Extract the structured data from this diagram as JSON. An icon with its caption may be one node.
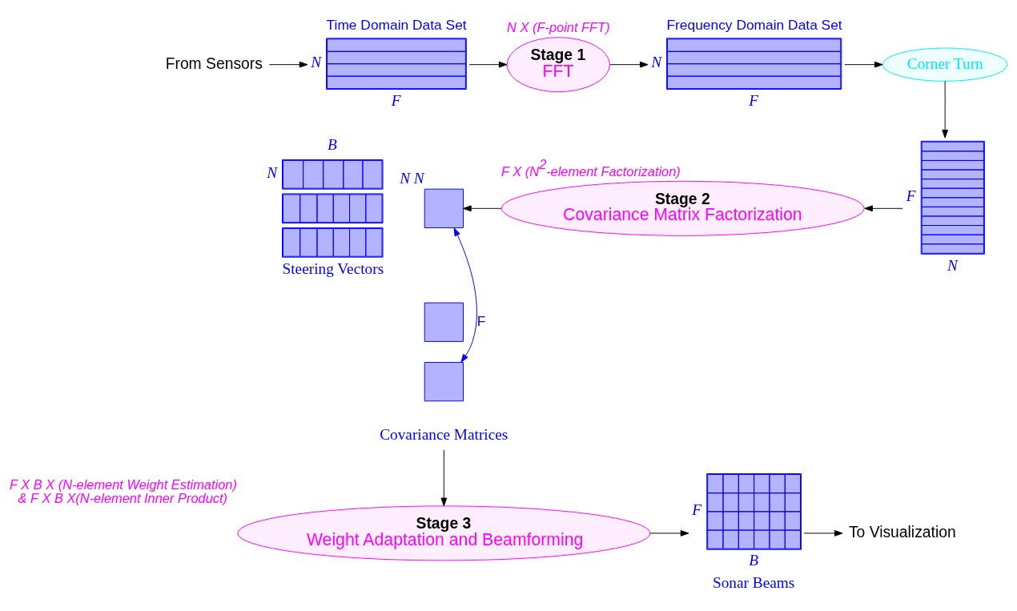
{
  "diagram": {
    "nodes": [
      {
        "text": [
          "From Sensors"
        ]
      },
      {
        "text": [
          "Time Domain Data Set"
        ],
        "beside": [
          "N",
          "F"
        ]
      },
      {
        "text": [
          "Stage 1",
          "FFT"
        ],
        "beside": [
          "N X (F-point FFT)"
        ]
      },
      {
        "text": [
          "Frequency Domain Data Set"
        ],
        "beside": [
          "N",
          "F"
        ]
      },
      {
        "text": [
          "Corner Turn"
        ]
      },
      {
        "text": [],
        "shape": "box",
        "beside": [
          "F",
          "N"
        ]
      },
      {
        "text": [
          "Stage 2",
          "Covariance Matrix Factorization"
        ],
        "beside": [
          "F X (N$^{2}$-element Factorization)"
        ]
      },
      {
        "text": [
          "Steering Vectors"
        ],
        "beside": [
          "N",
          "B"
        ]
      },
      {
        "text": [
          "Covariance Matrices"
        ]
      },
      {
        "text": [],
        "shape": "box",
        "beside": [
          "N",
          "N"
        ]
      },
      {
        "text": [],
        "shape": "box"
      },
      {
        "text": [],
        "shape": "box"
      },
      {
        "text": [
          "Stage 3",
          "Weight Adaptation and Beamforming"
        ],
        "beside": [
          "F X B X (N-element Weight Estimation)",
          "& F X B X(N-element Inner Product)"
        ]
      },
      {
        "text": [
          "Sonar Beams"
        ],
        "beside": [
          "F",
          "B"
        ]
      },
      {
        "text": [
          "To Visualization"
        ]
      }
    ],
    "edges": [
      {
        "from": 0,
        "to": 1,
        "arrow": "to"
      },
      {
        "from": 1,
        "to": 2,
        "arrow": "to"
      },
      {
        "from": 2,
        "to": 3,
        "arrow": "to"
      },
      {
        "from": 3,
        "to": 4,
        "arrow": "to"
      },
      {
        "from": 4,
        "to": 5,
        "arrow": "to"
      },
      {
        "from": 5,
        "to": 6,
        "arrow": "to"
      },
      {
        "from": 6,
        "to": 9,
        "arrow": "to"
      },
      {
        "from": 9,
        "to": 11,
        "arrow": "both",
        "label": "F",
        "color": "#0000ff"
      },
      {
        "from": 8,
        "to": 12,
        "arrow": "to"
      },
      {
        "from": 12,
        "to": 13,
        "arrow": "to"
      },
      {
        "from": 13,
        "to": 14,
        "arrow": "to"
      }
    ]
  }
}
